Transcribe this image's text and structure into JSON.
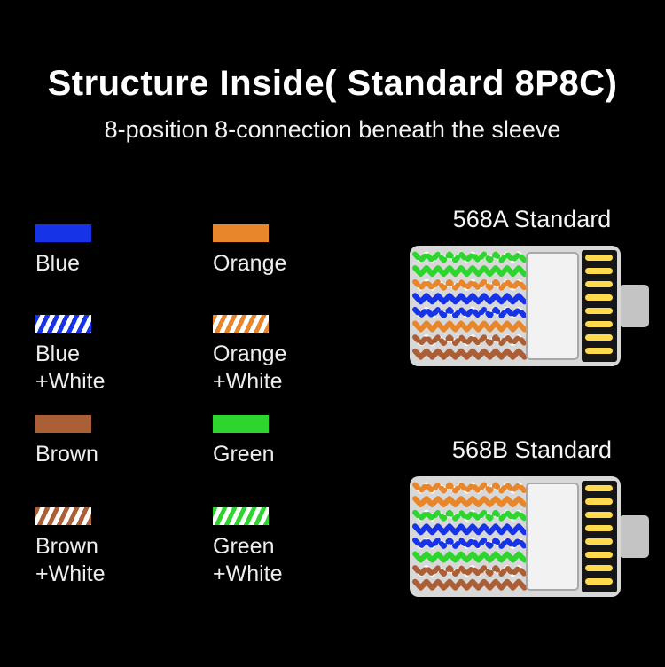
{
  "title": "Structure Inside( Standard 8P8C)",
  "subtitle": "8-position 8-connection beneath the sleeve",
  "colors": {
    "blue": "#1733e8",
    "orange": "#e8862c",
    "green": "#2fd52f",
    "brown": "#ab5f36",
    "white": "#ffffff",
    "gold": "#ffda4d",
    "body": "#d8d8d8",
    "background": "#000000"
  },
  "legend": [
    {
      "name": "blue",
      "lines": [
        "Blue"
      ],
      "swatch": "solid",
      "color": "blue"
    },
    {
      "name": "orange",
      "lines": [
        "Orange"
      ],
      "swatch": "solid",
      "color": "orange"
    },
    {
      "name": "blue-white",
      "lines": [
        "Blue",
        "+White"
      ],
      "swatch": "striped",
      "color": "blue"
    },
    {
      "name": "orange-white",
      "lines": [
        "Orange",
        "+White"
      ],
      "swatch": "striped",
      "color": "orange"
    },
    {
      "name": "brown",
      "lines": [
        "Brown"
      ],
      "swatch": "solid",
      "color": "brown"
    },
    {
      "name": "green",
      "lines": [
        "Green"
      ],
      "swatch": "solid",
      "color": "green"
    },
    {
      "name": "brown-white",
      "lines": [
        "Brown",
        "+White"
      ],
      "swatch": "striped",
      "color": "brown"
    },
    {
      "name": "green-white",
      "lines": [
        "Green",
        "+White"
      ],
      "swatch": "striped",
      "color": "green"
    }
  ],
  "connectors": [
    {
      "name": "568a",
      "label": "568A Standard",
      "wires": [
        "green-white",
        "green",
        "orange-white",
        "blue",
        "blue-white",
        "orange",
        "brown-white",
        "brown"
      ]
    },
    {
      "name": "568b",
      "label": "568B Standard",
      "wires": [
        "orange-white",
        "orange",
        "green-white",
        "blue",
        "blue-white",
        "green",
        "brown-white",
        "brown"
      ]
    }
  ]
}
